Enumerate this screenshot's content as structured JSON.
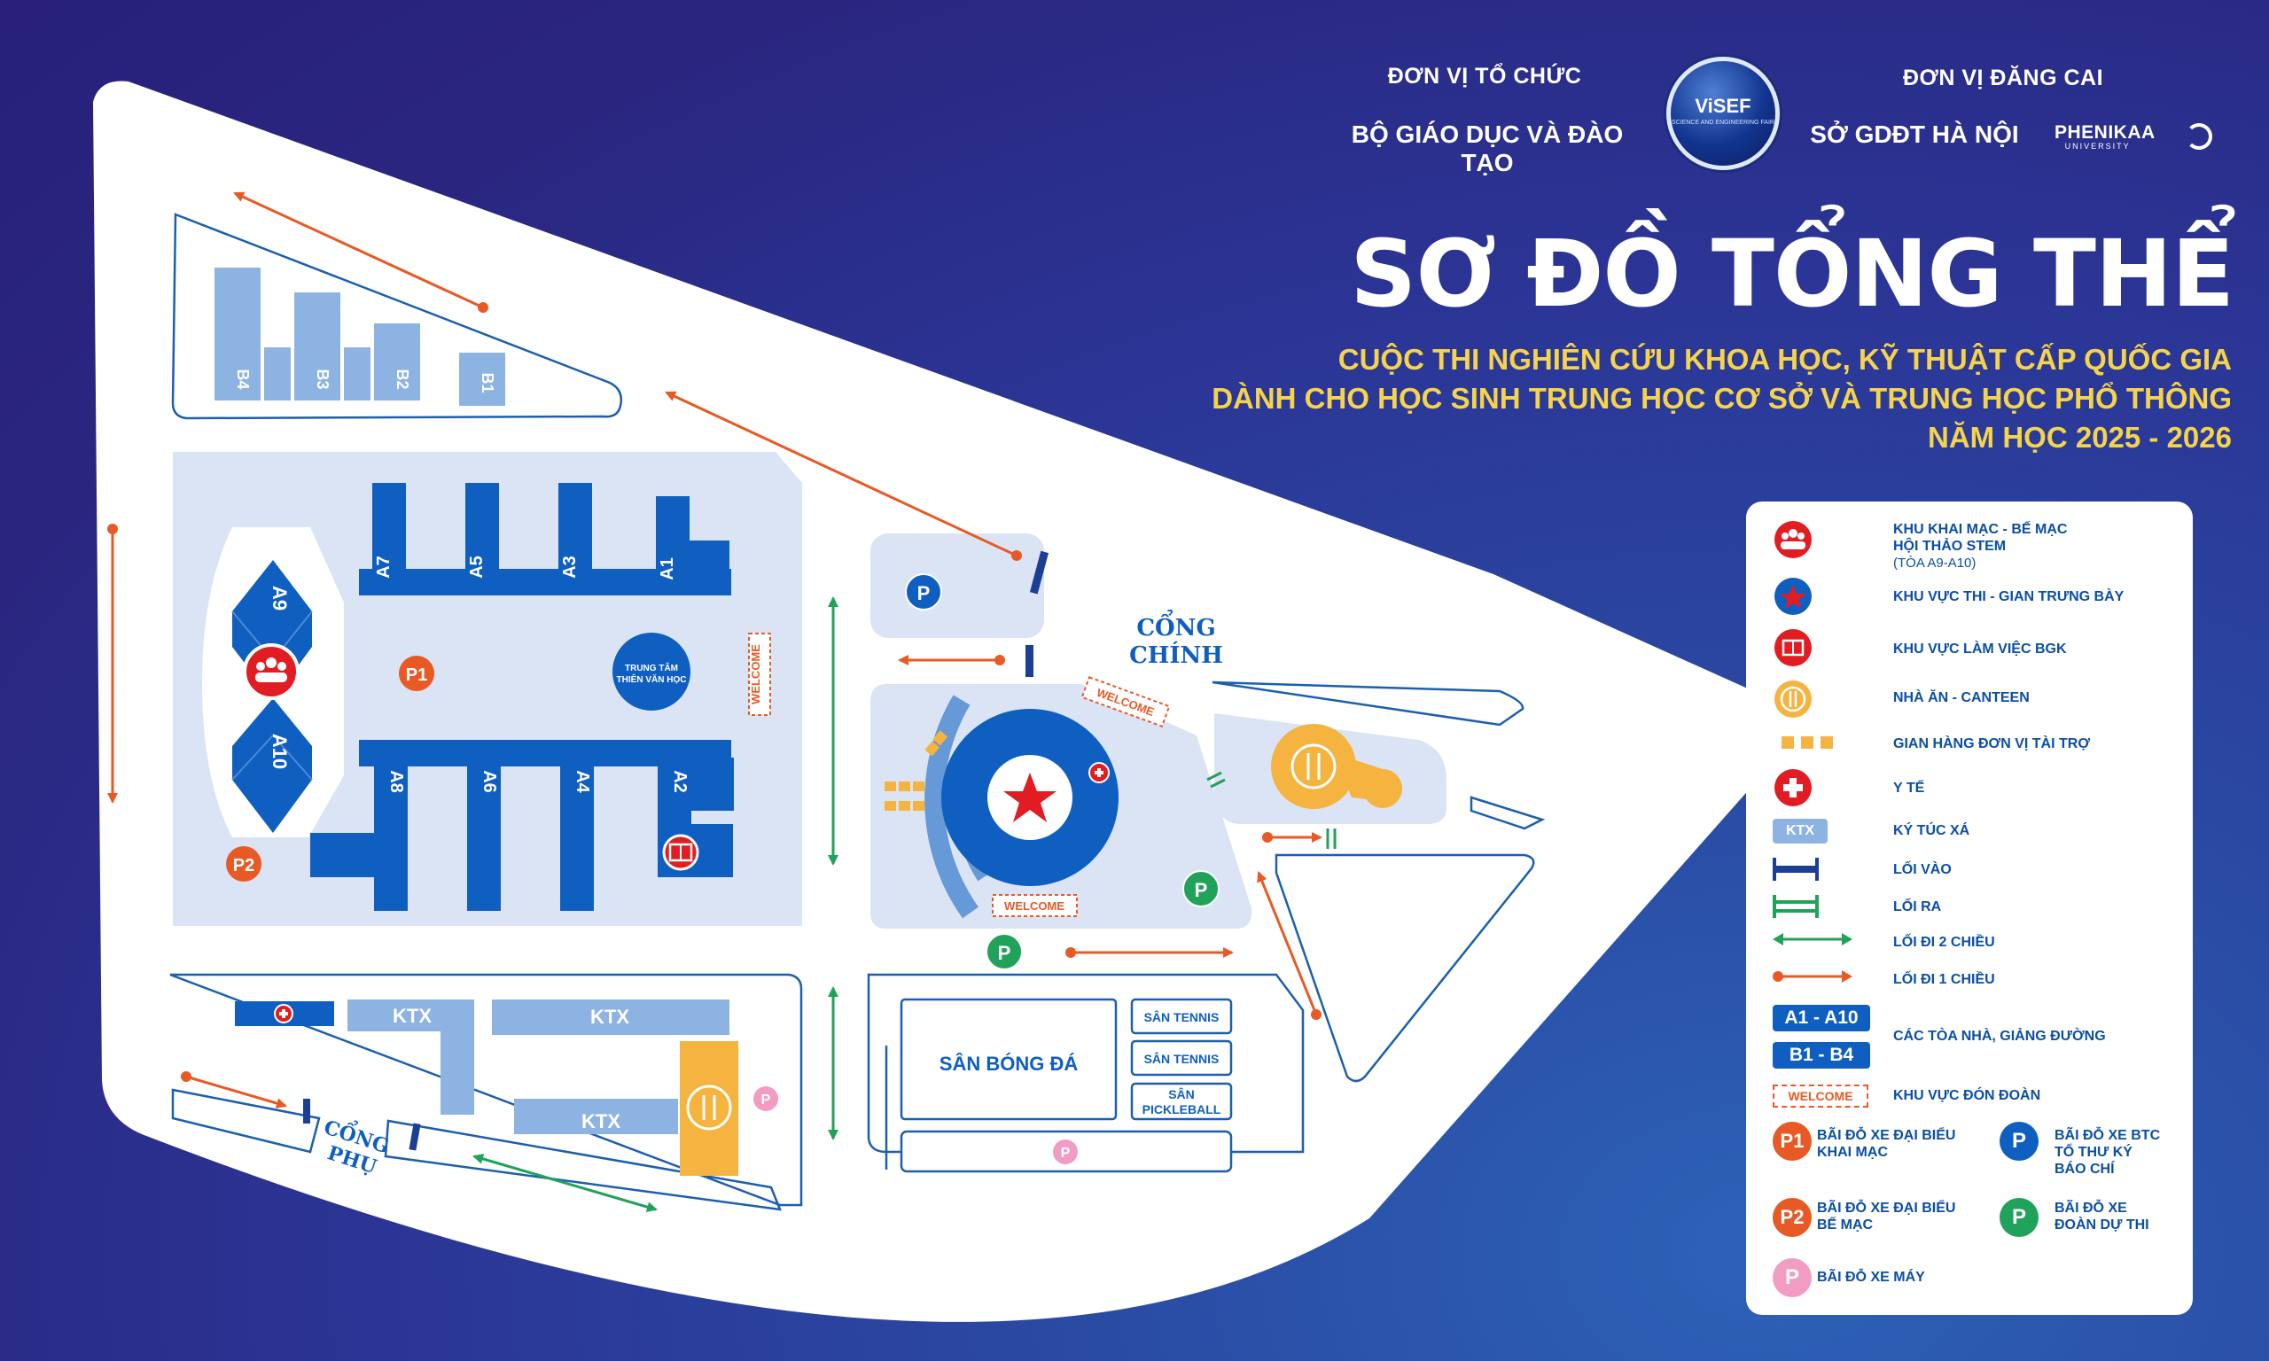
{
  "header": {
    "organizer_caption": "ĐƠN VỊ TỔ CHỨC",
    "organizer": "BỘ GIÁO DỤC VÀ ĐÀO TẠO",
    "host_caption": "ĐƠN VỊ ĐĂNG CAI",
    "host": "SỞ GDĐT HÀ NỘI",
    "visef_logo": "ViSEF",
    "visef_sub": "SCIENCE AND ENGINEERING FAIR",
    "phenikaa": "PHENIKAA",
    "phenikaa_sub": "UNIVERSITY"
  },
  "title": "SƠ ĐỒ TỔNG THỂ",
  "subtitle": [
    "CUỘC THI NGHIÊN CỨU KHOA HỌC, KỸ THUẬT CẤP QUỐC GIA",
    "DÀNH CHO HỌC SINH TRUNG HỌC CƠ SỞ VÀ TRUNG HỌC PHỔ THÔNG",
    "NĂM HỌC 2025 - 2026"
  ],
  "map": {
    "buildings_b": [
      "B4",
      "B3",
      "B2",
      "B1"
    ],
    "buildings_a_top": [
      "A7",
      "A5",
      "A3",
      "A1"
    ],
    "buildings_a_bottom": [
      "A8",
      "A6",
      "A4",
      "A2"
    ],
    "hall_top": "A9",
    "hall_bottom": "A10",
    "observatory": [
      "TRUNG TÂM",
      "THIÊN VĂN HỌC"
    ],
    "welcome": "WELCOME",
    "p1": "P1",
    "p2": "P2",
    "p": "P",
    "main_gate": [
      "CỔNG",
      "CHÍNH"
    ],
    "side_gate": [
      "CỔNG",
      "PHỤ"
    ],
    "dorm": "KTX",
    "football": "SÂN BÓNG ĐÁ",
    "tennis": "SÂN TENNIS",
    "pickleball": [
      "SÂN",
      "PICKLEBALL"
    ]
  },
  "legend": {
    "ceremony": [
      "KHU KHAI MẠC - BẾ MẠC",
      "HỘI THẢO STEM"
    ],
    "ceremony_note": "(TÒA A9-A10)",
    "exhibition": "KHU VỰC THI - GIAN TRƯNG BÀY",
    "judges": "KHU VỰC LÀM VIỆC BGK",
    "canteen": "NHÀ ĂN - CANTEEN",
    "sponsors": "GIAN HÀNG ĐƠN VỊ TÀI TRỢ",
    "medical": "Y TẾ",
    "dorm_badge": "KTX",
    "dorm": "KÝ TÚC XÁ",
    "entrance": "LỐI VÀO",
    "exit": "LỐI RA",
    "two_way": "LỐI ĐI 2 CHIỀU",
    "one_way": "LỐI ĐI 1 CHIỀU",
    "range_a": "A1 - A10",
    "range_b": "B1 - B4",
    "buildings": "CÁC TÒA NHÀ, GIẢNG ĐƯỜNG",
    "welcome_badge": "WELCOME",
    "welcome": "KHU VỰC ĐÓN ĐOÀN",
    "p1_badge": "P1",
    "p1": [
      "BÃI ĐỖ XE ĐẠI BIỂU",
      "KHAI MẠC"
    ],
    "p2_badge": "P2",
    "p2": [
      "BÃI ĐỖ XE ĐẠI BIỂU",
      "BẾ MẠC"
    ],
    "pbtc": [
      "BÃI ĐỖ XE BTC",
      "TỔ THƯ KÝ",
      "BÁO CHÍ"
    ],
    "pteam": [
      "BÃI ĐỖ XE",
      "ĐOÀN DỰ THI"
    ],
    "pmoto": "BÃI ĐỖ XE MÁY",
    "p_badge": "P"
  },
  "colors": {
    "building": "#0f5fc0",
    "building_light": "#8db3e2",
    "zone": "#dbe4f4",
    "canteen": "#f5b440",
    "red": "#e11c23",
    "orange": "#e85a25",
    "green": "#21a25a",
    "pink": "#f29cc4",
    "navy": "#1b3f95"
  }
}
